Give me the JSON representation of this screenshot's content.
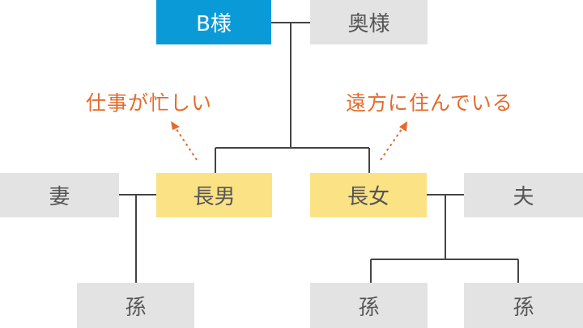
{
  "nodes": {
    "b_sama": "B様",
    "okusama": "奥様",
    "chounan": "長男",
    "choujo": "長女",
    "tsuma": "妻",
    "otto": "夫",
    "mago_left": "孫",
    "mago_center": "孫",
    "mago_right": "孫"
  },
  "notes": {
    "left": "仕事が忙しい",
    "right": "遠方に住んでいる"
  },
  "colors": {
    "focus_node": "#0a9ad8",
    "child_node": "#fbe285",
    "other_node": "#e3e3e3",
    "connector": "#444444",
    "annotation": "#e46a2c"
  }
}
